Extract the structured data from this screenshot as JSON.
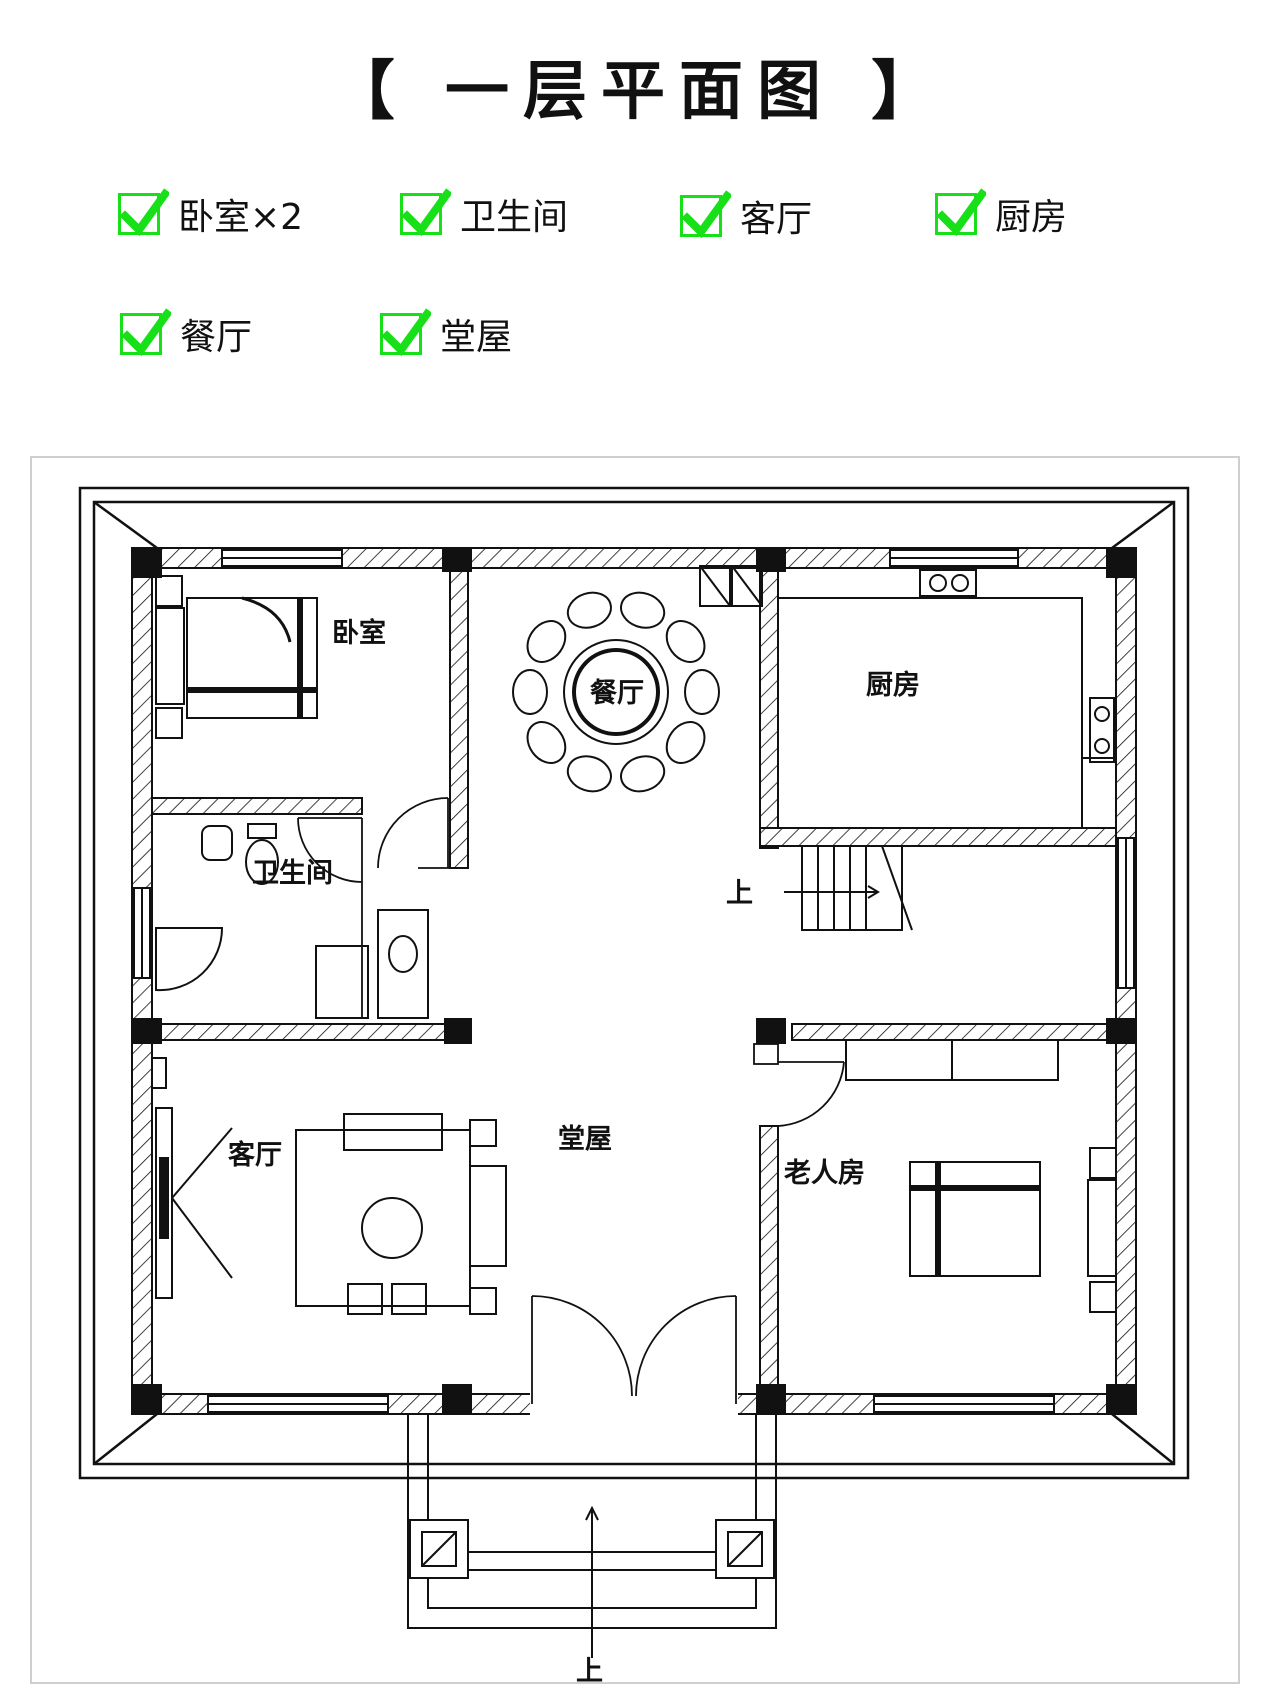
{
  "title": "【 一层平面图 】",
  "features": [
    "卧室×2",
    "卫生间",
    "客厅",
    "厨房",
    "餐厅",
    "堂屋"
  ],
  "rooms": {
    "bedroom": "卧室",
    "dining": "餐厅",
    "kitchen": "厨房",
    "bathroom": "卫生间",
    "living": "客厅",
    "hall": "堂屋",
    "elder_room": "老人房"
  },
  "stair_up": "上",
  "entrance_up": "上",
  "colors": {
    "check": "#18e018",
    "wall": "#111111",
    "frame": "#cfcfcf"
  }
}
